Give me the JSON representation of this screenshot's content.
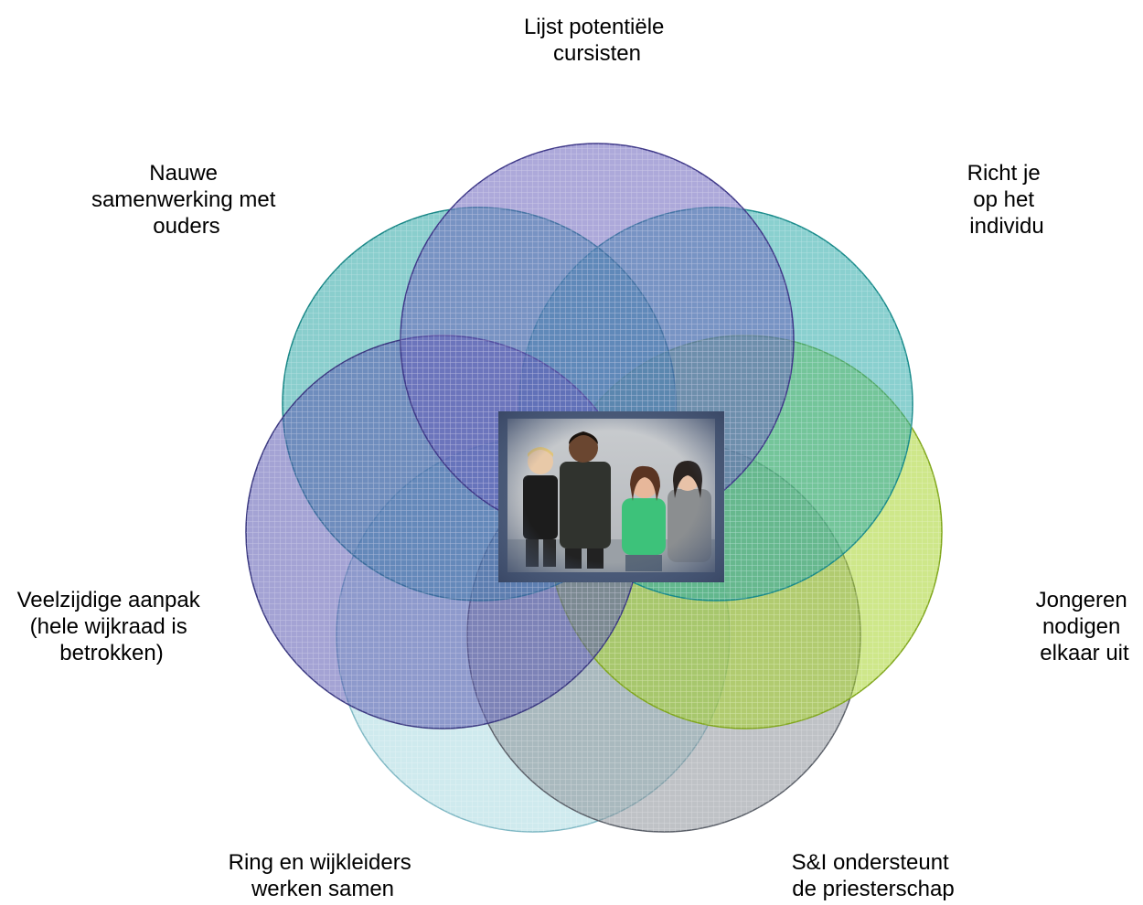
{
  "labels": {
    "top": "Lijst potentiële\ncursisten",
    "top_left": "Nauwe\nsamenwerking met\nouders",
    "top_right": "Richt je\nop het\nindividu",
    "left": "Veelzijdige aanpak\n(hele wijkraad is\nbetrokken)",
    "right": "Jongeren\nnodigen\nelkaar uit",
    "bottom_left": "Ring en wijkleiders\nwerken samen",
    "bottom_right": "S&I ondersteunt\nde priesterschap"
  },
  "circles": [
    {
      "name": "circle-light-cyan",
      "fill": "#a8d8e0",
      "stroke": "#7fb8c4"
    },
    {
      "name": "circle-gray",
      "fill": "#8a8f98",
      "stroke": "#5a5f68"
    },
    {
      "name": "circle-lime",
      "fill": "#a6d42a",
      "stroke": "#7fa61a"
    },
    {
      "name": "circle-teal-right",
      "fill": "#2aaaa8",
      "stroke": "#188a8a"
    },
    {
      "name": "circle-teal-left",
      "fill": "#2aa6a4",
      "stroke": "#188686"
    },
    {
      "name": "circle-purple-left",
      "fill": "#5a58b0",
      "stroke": "#3a3880"
    },
    {
      "name": "circle-purple-top",
      "fill": "#6a62bc",
      "stroke": "#3e3888"
    }
  ],
  "photo": {
    "name": "group-photo",
    "frame_color": "#4a5a78"
  }
}
